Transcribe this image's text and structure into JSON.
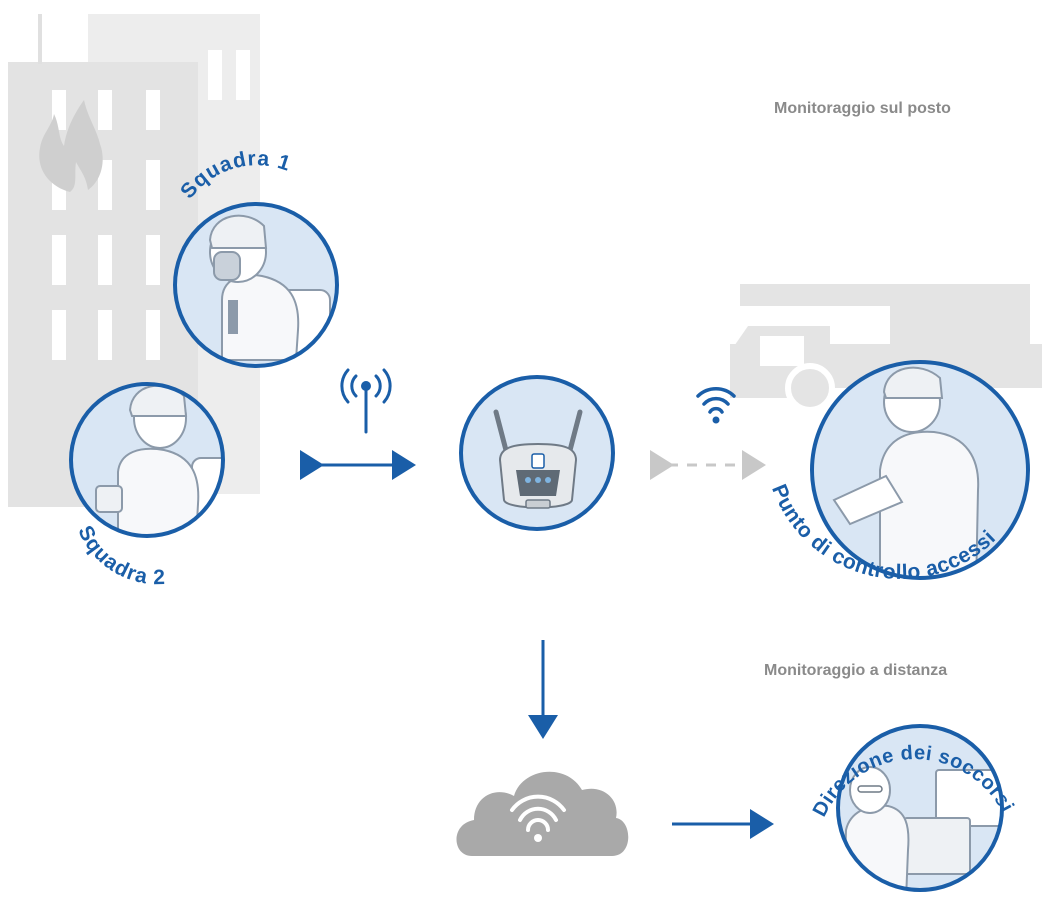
{
  "sections": {
    "onsite_title": "Monitoraggio sul posto",
    "remote_title": "Monitoraggio a distanza"
  },
  "nodes": {
    "team1": "Squadra 1",
    "team2": "Squadra 2",
    "access_point": "Punto di controllo accessi",
    "command": "Direzione dei soccorsi"
  },
  "icons": {
    "radio": "radio-antenna-icon",
    "wifi": "wifi-icon",
    "cloud": "cloud-wifi-icon",
    "hub": "telemetry-hub-device-icon"
  },
  "colors": {
    "primary_blue": "#1a5ea8",
    "circle_fill": "#d9e6f4",
    "silhouette": "#e6e6e6",
    "dashed_gray": "#c8c8c8",
    "cloud_gray": "#a9a9a9",
    "label_gray": "#8a8a8a"
  }
}
